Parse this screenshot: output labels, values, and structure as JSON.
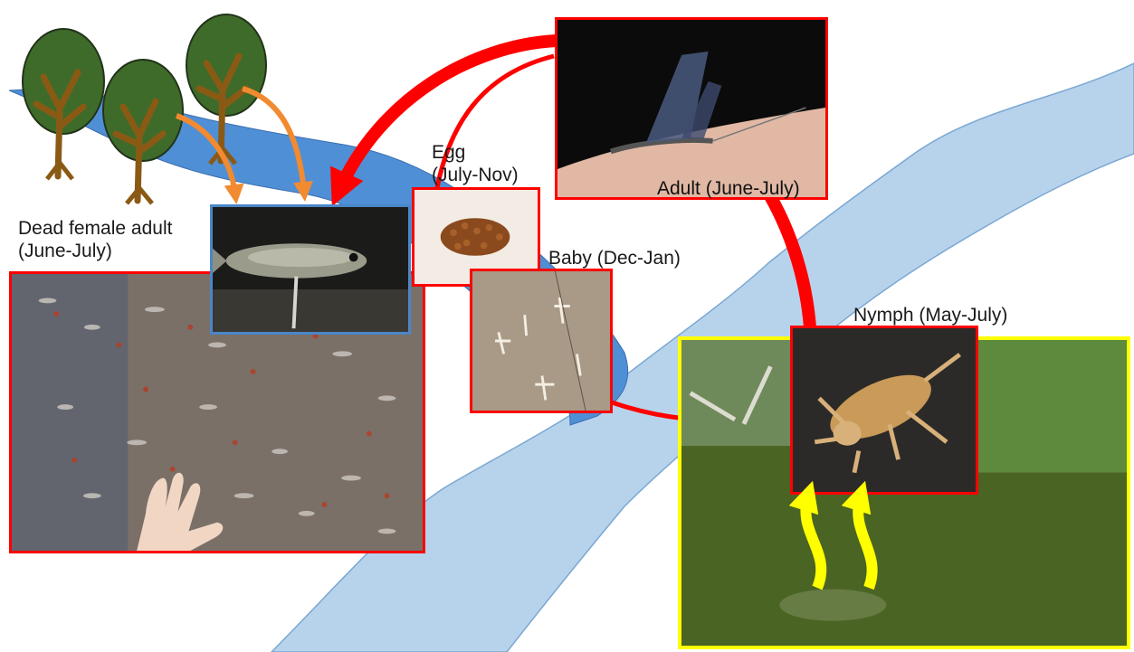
{
  "diagram": {
    "stages": {
      "adult": {
        "label": "Adult (June-July)"
      },
      "egg": {
        "label_line1": "Egg",
        "label_line2": "(July-Nov)"
      },
      "baby": {
        "label": "Baby (Dec-Jan)"
      },
      "nymph": {
        "label": "Nymph (May-July)"
      },
      "dead_female_adult": {
        "label_line1": "Dead female adult",
        "label_line2": "(June-July)"
      }
    },
    "colors": {
      "river": "#b7d3ec",
      "stream_dark": "#4f8fd6",
      "lifecycle_arrow": "#ff0000",
      "leaf_litter_arrow": "#f28a30",
      "emergence_arrow": "#ffff00",
      "frame_red": "#ff0000",
      "frame_blue": "#4a86c8",
      "frame_yellow": "#ffff00",
      "tree_canopy": "#3f6b2a",
      "tree_trunk": "#8a5a14"
    }
  }
}
